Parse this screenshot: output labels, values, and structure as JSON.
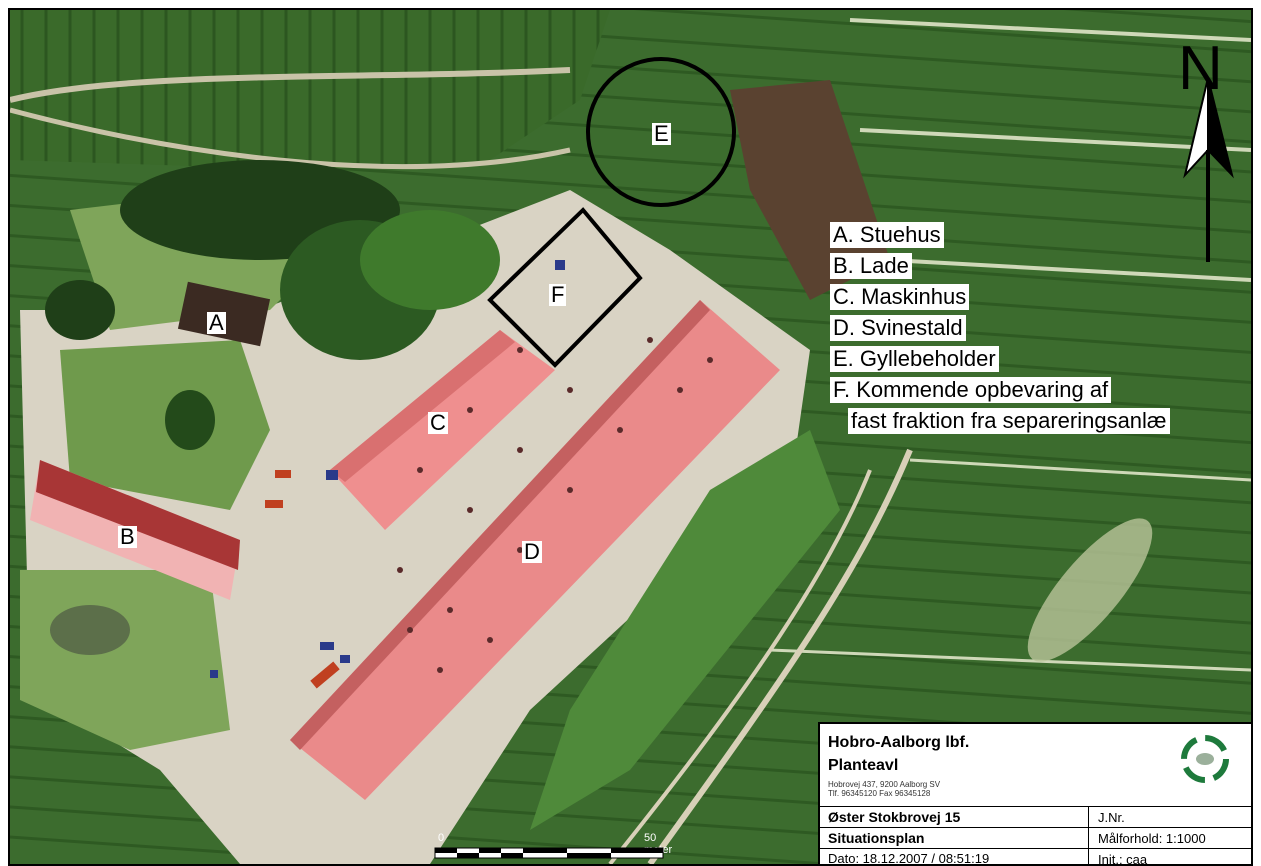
{
  "map": {
    "buildings": [
      {
        "letter": "A"
      },
      {
        "letter": "B"
      },
      {
        "letter": "C"
      },
      {
        "letter": "D"
      },
      {
        "letter": "E"
      },
      {
        "letter": "F"
      }
    ]
  },
  "legend": {
    "items": [
      "A. Stuehus",
      "B. Lade",
      "C. Maskinhus",
      "D. Svinestald",
      "E. Gyllebeholder",
      "F. Kommende opbevaring af",
      "fast fraktion fra separeringsanlæ"
    ]
  },
  "north_arrow": {
    "letter": "N"
  },
  "scale_bar": {
    "start_label": "0",
    "end_label": "50 meter"
  },
  "title_block": {
    "organization": "Hobro-Aalborg lbf.",
    "department": "Planteavl",
    "address_line1": "Hobrovej 437, 9200 Aalborg SV",
    "address_line2": "Tlf. 96345120 Fax 96345128",
    "property": "Øster Stokbrovej 15",
    "plan_type": "Situationsplan",
    "date": "Dato: 18.12.2007 / 08:51:19",
    "journal_no": "J.Nr.",
    "scale": "Målforhold: 1:1000",
    "initials": "Init.: caa"
  },
  "colors": {
    "field_dark": "#2f5e25",
    "field_light": "#5f8f45",
    "roof_red": "#e07a7a",
    "roof_dark_red": "#b13a3a",
    "gravel": "#d9d3c4",
    "logo_green": "#1e7a3c"
  }
}
